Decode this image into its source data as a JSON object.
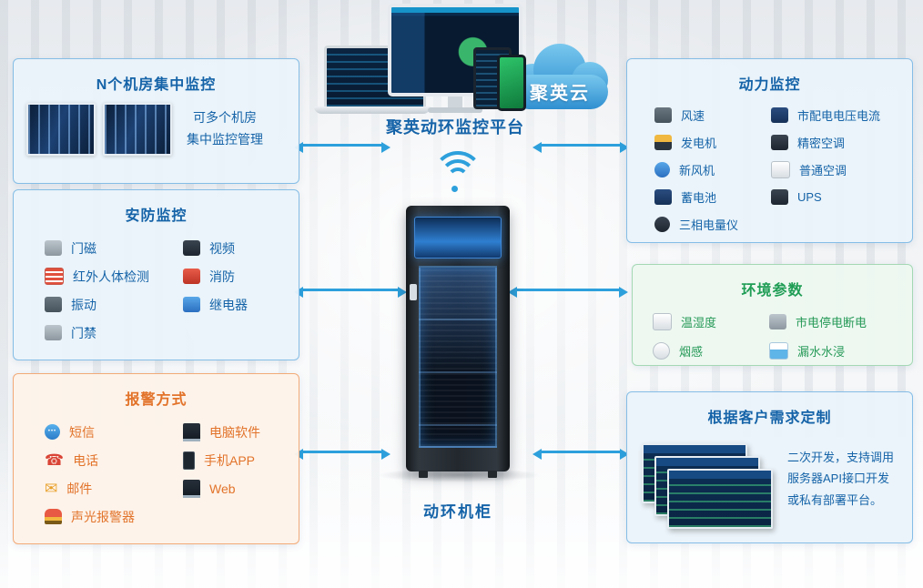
{
  "theme": {
    "accent_blue": "#1563a8",
    "arrow_blue": "#2da0dc",
    "panel_border_blue": "#85bde6",
    "orange": "#e2732a",
    "green": "#1f9d55",
    "cloud_blue": "#2f8fd0"
  },
  "center": {
    "platform_title": "聚英动环监控平台",
    "cloud_label": "聚英云",
    "cabinet_label": "动环机柜"
  },
  "panels": {
    "rooms": {
      "title": "N个机房集中监控",
      "caption_line1": "可多个机房",
      "caption_line2": "集中监控管理"
    },
    "security": {
      "title": "安防监控",
      "items": [
        {
          "label": "门磁",
          "icon": "door-magnet"
        },
        {
          "label": "视频",
          "icon": "video-camera"
        },
        {
          "label": "红外人体检测",
          "icon": "infrared-detector"
        },
        {
          "label": "消防",
          "icon": "fire-extinguisher"
        },
        {
          "label": "振动",
          "icon": "vibration-sensor"
        },
        {
          "label": "继电器",
          "icon": "relay"
        },
        {
          "label": "门禁",
          "icon": "access-control"
        }
      ]
    },
    "alarm": {
      "title": "报警方式",
      "items": [
        {
          "label": "短信",
          "icon": "sms"
        },
        {
          "label": "电脑软件",
          "icon": "pc-software"
        },
        {
          "label": "电话",
          "icon": "telephone"
        },
        {
          "label": "手机APP",
          "icon": "mobile-app"
        },
        {
          "label": "邮件",
          "icon": "email"
        },
        {
          "label": "Web",
          "icon": "web"
        },
        {
          "label": "声光报警器",
          "icon": "sound-light-alarm"
        }
      ]
    },
    "power": {
      "title": "动力监控",
      "items": [
        {
          "label": "风速",
          "icon": "anemometer"
        },
        {
          "label": "市配电电压电流",
          "icon": "mains-power-meter"
        },
        {
          "label": "发电机",
          "icon": "generator"
        },
        {
          "label": "精密空调",
          "icon": "precision-ac"
        },
        {
          "label": "新风机",
          "icon": "fresh-air-fan"
        },
        {
          "label": "普通空调",
          "icon": "normal-ac"
        },
        {
          "label": "蓄电池",
          "icon": "battery"
        },
        {
          "label": "UPS",
          "icon": "ups"
        },
        {
          "label": "三相电量仪",
          "icon": "three-phase-meter"
        }
      ]
    },
    "environment": {
      "title": "环境参数",
      "items": [
        {
          "label": "温湿度",
          "icon": "temp-humidity-sensor"
        },
        {
          "label": "市电停电断电",
          "icon": "power-outage-meter"
        },
        {
          "label": "烟感",
          "icon": "smoke-detector"
        },
        {
          "label": "漏水水浸",
          "icon": "water-leak-sensor"
        }
      ]
    },
    "custom": {
      "title": "根据客户需求定制",
      "description": "二次开发，支持调用服务器API接口开发或私有部署平台。"
    }
  }
}
